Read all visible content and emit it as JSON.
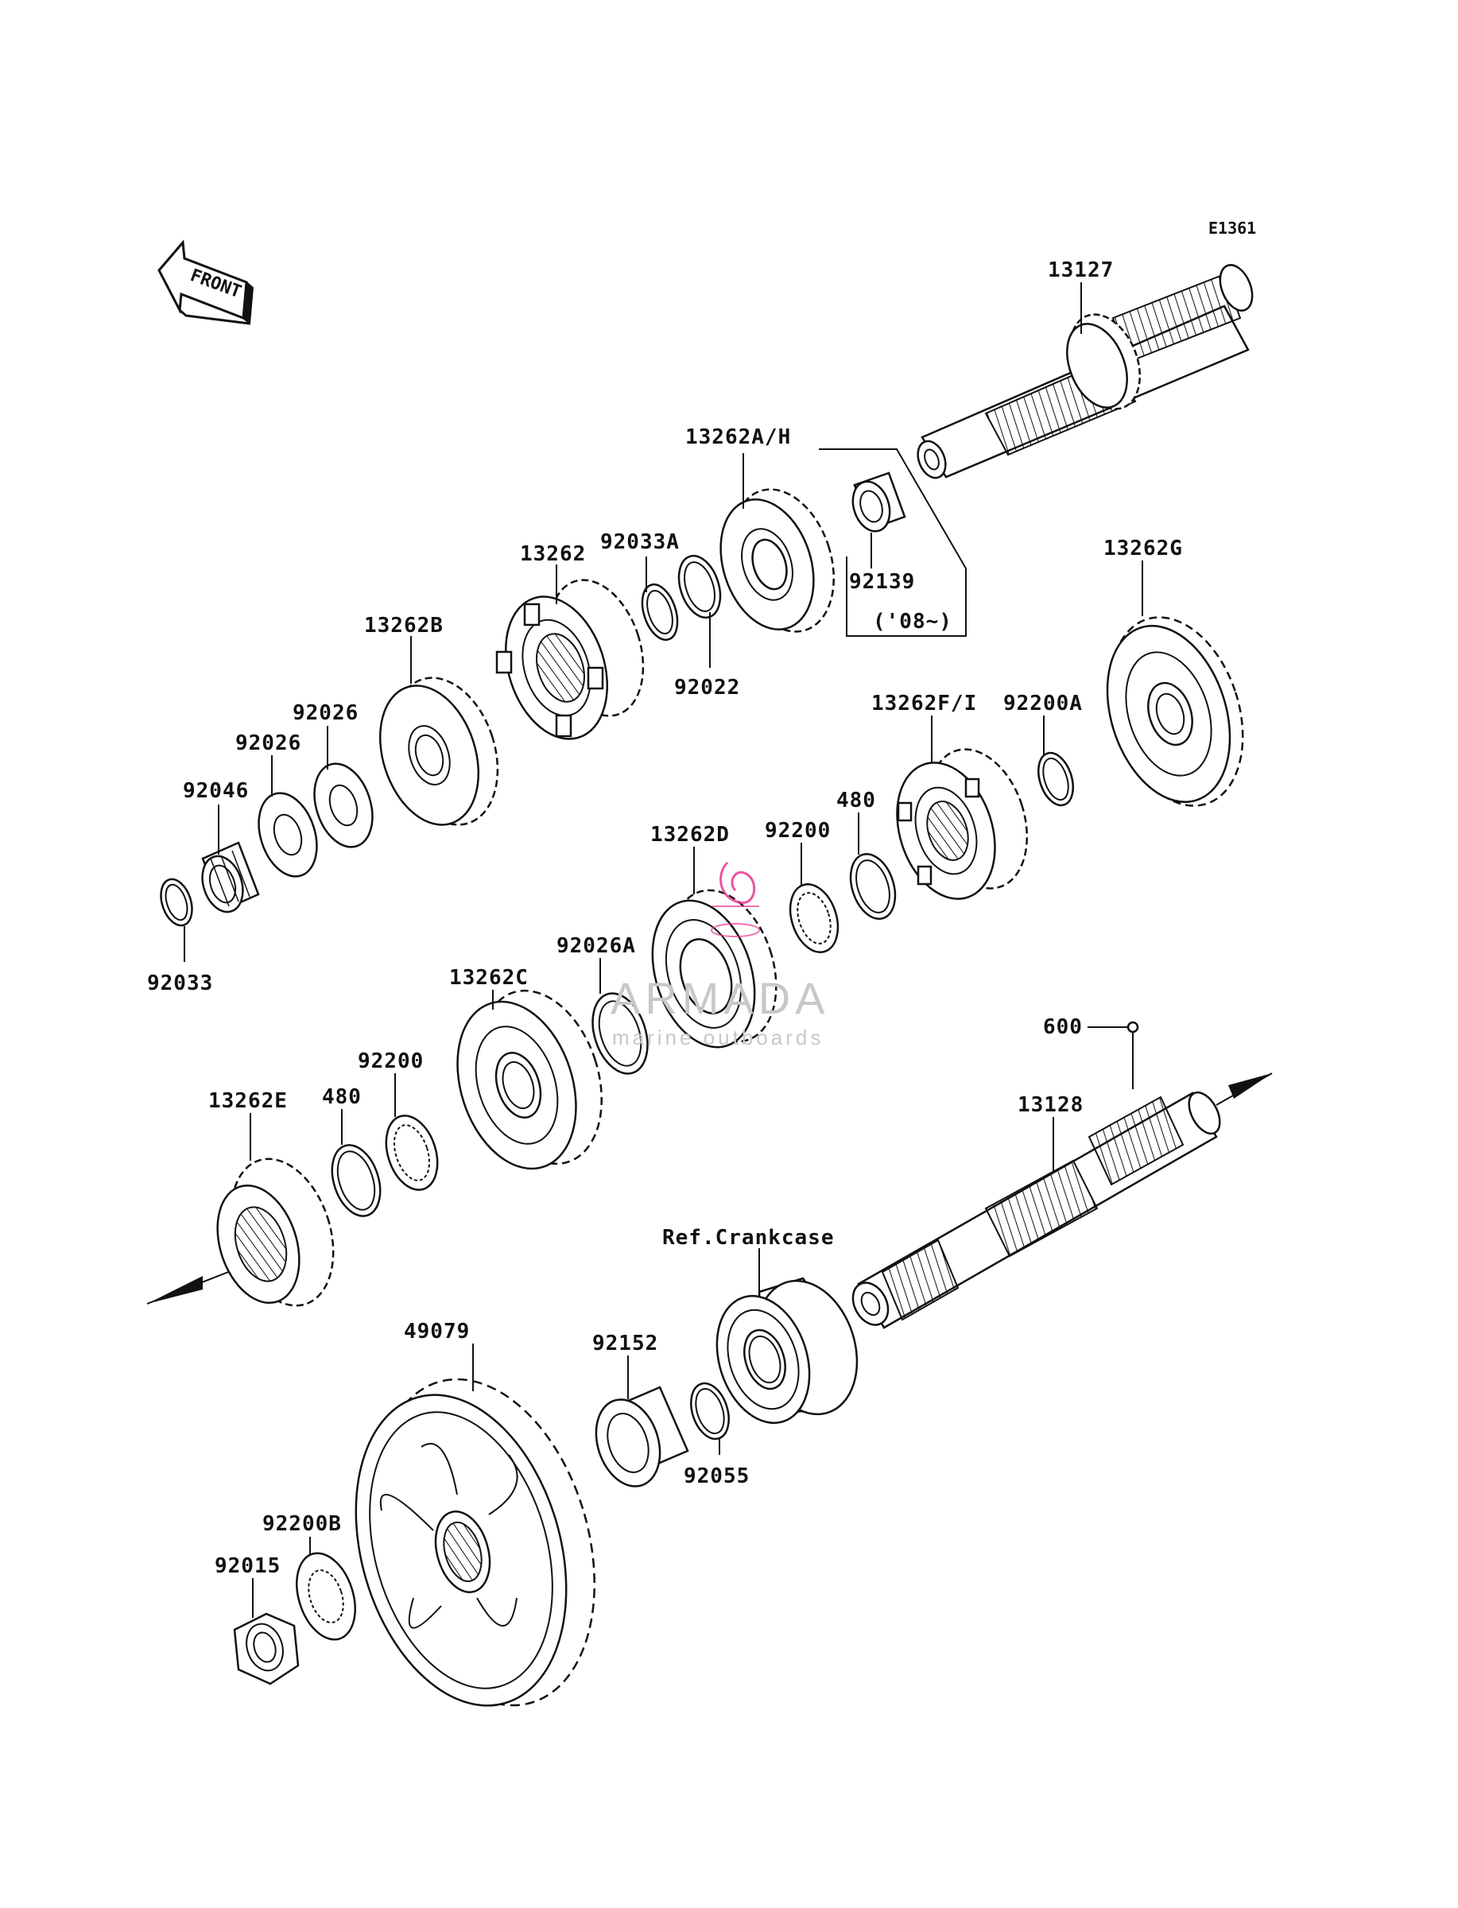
{
  "diagram_code": "E1361",
  "front_label": "FRONT",
  "reference_label": "Ref.Crankcase",
  "year_note": "('08~)",
  "watermark": {
    "brand": "ARMADA",
    "tagline": "marine outboards",
    "accent_color": "#e8368f"
  },
  "part_labels": [
    {
      "id": "l-13127",
      "text": "13127"
    },
    {
      "id": "l-13262ah",
      "text": "13262A/H"
    },
    {
      "id": "l-92139",
      "text": "92139"
    },
    {
      "id": "l-13262",
      "text": "13262"
    },
    {
      "id": "l-92033a",
      "text": "92033A"
    },
    {
      "id": "l-92022",
      "text": "92022"
    },
    {
      "id": "l-13262b",
      "text": "13262B"
    },
    {
      "id": "l-92026-1",
      "text": "92026"
    },
    {
      "id": "l-92026-2",
      "text": "92026"
    },
    {
      "id": "l-92046",
      "text": "92046"
    },
    {
      "id": "l-92033",
      "text": "92033"
    },
    {
      "id": "l-13262g",
      "text": "13262G"
    },
    {
      "id": "l-13262fi",
      "text": "13262F/I"
    },
    {
      "id": "l-92200a",
      "text": "92200A"
    },
    {
      "id": "l-480-1",
      "text": "480"
    },
    {
      "id": "l-92200-1",
      "text": "92200"
    },
    {
      "id": "l-13262d",
      "text": "13262D"
    },
    {
      "id": "l-13262c",
      "text": "13262C"
    },
    {
      "id": "l-92026a",
      "text": "92026A"
    },
    {
      "id": "l-92200-2",
      "text": "92200"
    },
    {
      "id": "l-480-2",
      "text": "480"
    },
    {
      "id": "l-13262e",
      "text": "13262E"
    },
    {
      "id": "l-600",
      "text": "600"
    },
    {
      "id": "l-13128",
      "text": "13128"
    },
    {
      "id": "l-49079",
      "text": "49079"
    },
    {
      "id": "l-92152",
      "text": "92152"
    },
    {
      "id": "l-92055",
      "text": "92055"
    },
    {
      "id": "l-92200b",
      "text": "92200B"
    },
    {
      "id": "l-92015",
      "text": "92015"
    }
  ]
}
